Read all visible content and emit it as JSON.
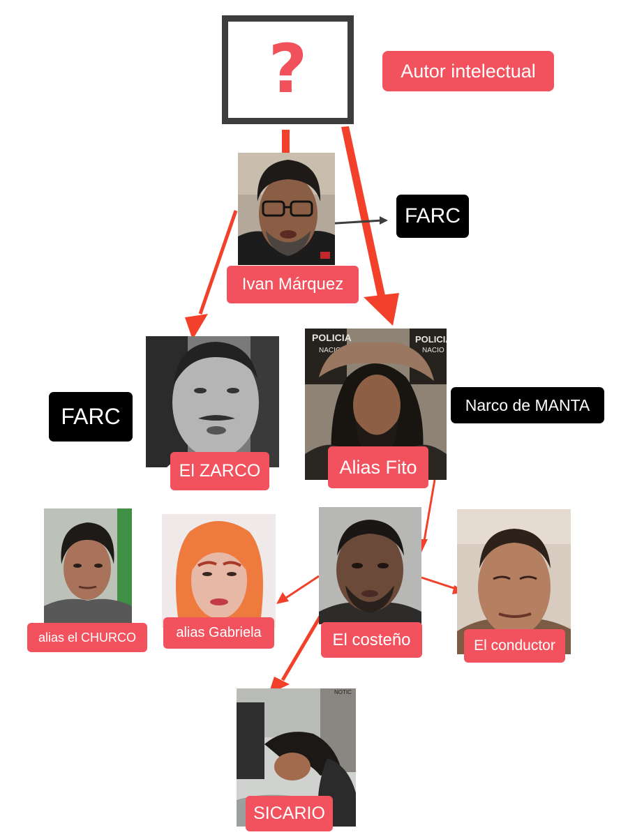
{
  "top": {
    "unknown_symbol": "?",
    "autor_label": "Autor intelectual"
  },
  "nodes": {
    "ivan": {
      "label": "Ivan Márquez",
      "tag": "FARC"
    },
    "zarco": {
      "label": "El ZARCO",
      "tag": "FARC"
    },
    "fito": {
      "label": "Alias Fito",
      "tag": "Narco de MANTA",
      "vest_text_left": "POLICIA",
      "vest_text_right": "POLICIA",
      "vest_sub_left": "NACIO",
      "vest_sub_right": "NACIO"
    },
    "churco": {
      "label": "alias el CHURCO"
    },
    "gabriela": {
      "label": "alias Gabriela"
    },
    "costeno": {
      "label": "El costeño"
    },
    "conductor": {
      "label": "El conductor"
    },
    "sicario": {
      "label": "SICARIO",
      "watermark": "NOTIC"
    }
  },
  "colors": {
    "accent_red": "#f2525d",
    "arrow_red": "#f2402a",
    "tag_black": "#000000",
    "box_border": "#3d3d3d",
    "connector_gray": "#3d3d3d"
  }
}
